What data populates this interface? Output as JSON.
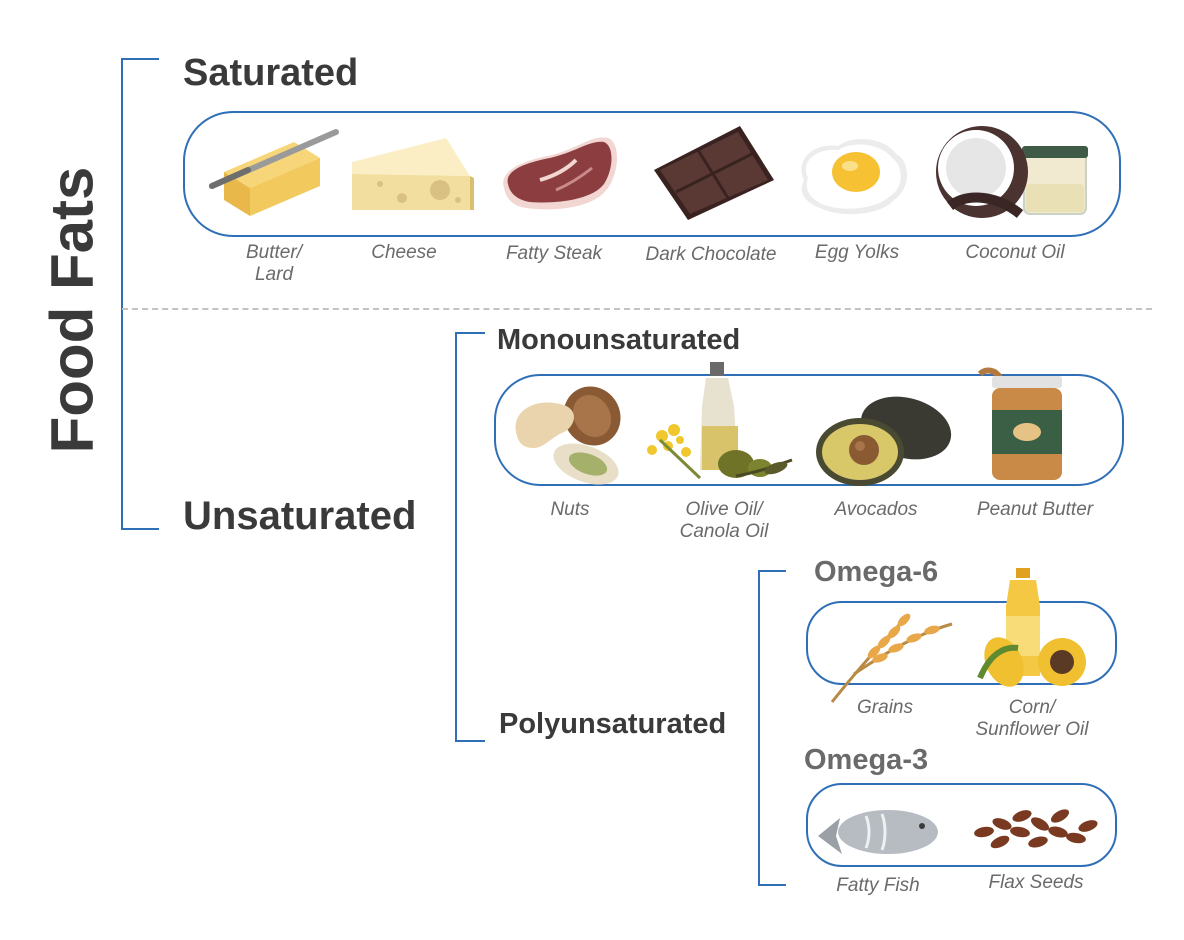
{
  "title": "Food Fats",
  "saturated": {
    "heading": "Saturated",
    "items": [
      {
        "line1": "Butter/",
        "line2": "Lard",
        "icon": "butter-icon"
      },
      {
        "line1": "Cheese",
        "line2": "",
        "icon": "cheese-icon"
      },
      {
        "line1": "Fatty Steak",
        "line2": "",
        "icon": "steak-icon"
      },
      {
        "line1": "Dark Chocolate",
        "line2": "",
        "icon": "chocolate-icon"
      },
      {
        "line1": "Egg Yolks",
        "line2": "",
        "icon": "egg-icon"
      },
      {
        "line1": "Coconut Oil",
        "line2": "",
        "icon": "coconut-icon"
      }
    ]
  },
  "unsaturated": {
    "heading": "Unsaturated",
    "mono": {
      "heading": "Monounsaturated",
      "items": [
        {
          "line1": "Nuts",
          "line2": "",
          "icon": "nuts-icon"
        },
        {
          "line1": "Olive Oil/",
          "line2": "Canola Oil",
          "icon": "olive-oil-icon"
        },
        {
          "line1": "Avocados",
          "line2": "",
          "icon": "avocado-icon"
        },
        {
          "line1": "Peanut Butter",
          "line2": "",
          "icon": "peanut-butter-icon"
        }
      ]
    },
    "poly": {
      "heading": "Polyunsaturated",
      "omega6": {
        "heading": "Omega-6",
        "items": [
          {
            "line1": "Grains",
            "line2": "",
            "icon": "grains-icon"
          },
          {
            "line1": "Corn/",
            "line2": "Sunflower Oil",
            "icon": "corn-oil-icon"
          }
        ]
      },
      "omega3": {
        "heading": "Omega-3",
        "items": [
          {
            "line1": "Fatty Fish",
            "line2": "",
            "icon": "fish-icon"
          },
          {
            "line1": "Flax Seeds",
            "line2": "",
            "icon": "flax-seeds-icon"
          }
        ]
      }
    }
  },
  "colors": {
    "accent": "#2f6fb7",
    "heading": "#3a3a3a",
    "caption": "#6a6a6a",
    "divider": "#c2c2c2"
  }
}
